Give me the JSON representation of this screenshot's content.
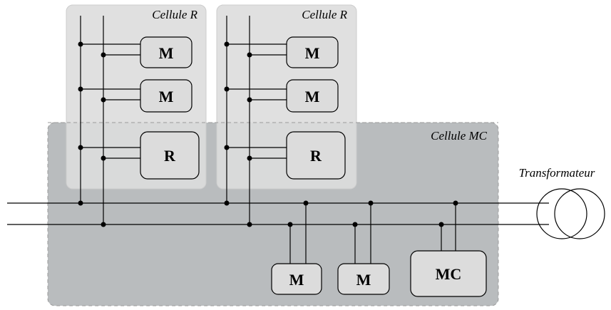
{
  "diagram": {
    "labels": {
      "cell_r_left": "Cellule R",
      "cell_r_right": "Cellule R",
      "cell_mc": "Cellule MC",
      "transformer": "Transformateur"
    },
    "blocks": {
      "left_m1": "M",
      "left_m2": "M",
      "left_r": "R",
      "right_m1": "M",
      "right_m2": "M",
      "right_r": "R",
      "bottom_m1": "M",
      "bottom_m2": "M",
      "bottom_mc": "MC"
    },
    "colors": {
      "cell_r_fill": "#dddddd",
      "cell_mc_fill": "#b9bcbe",
      "block_fill": "#dcdcdc",
      "line": "#000000"
    }
  }
}
